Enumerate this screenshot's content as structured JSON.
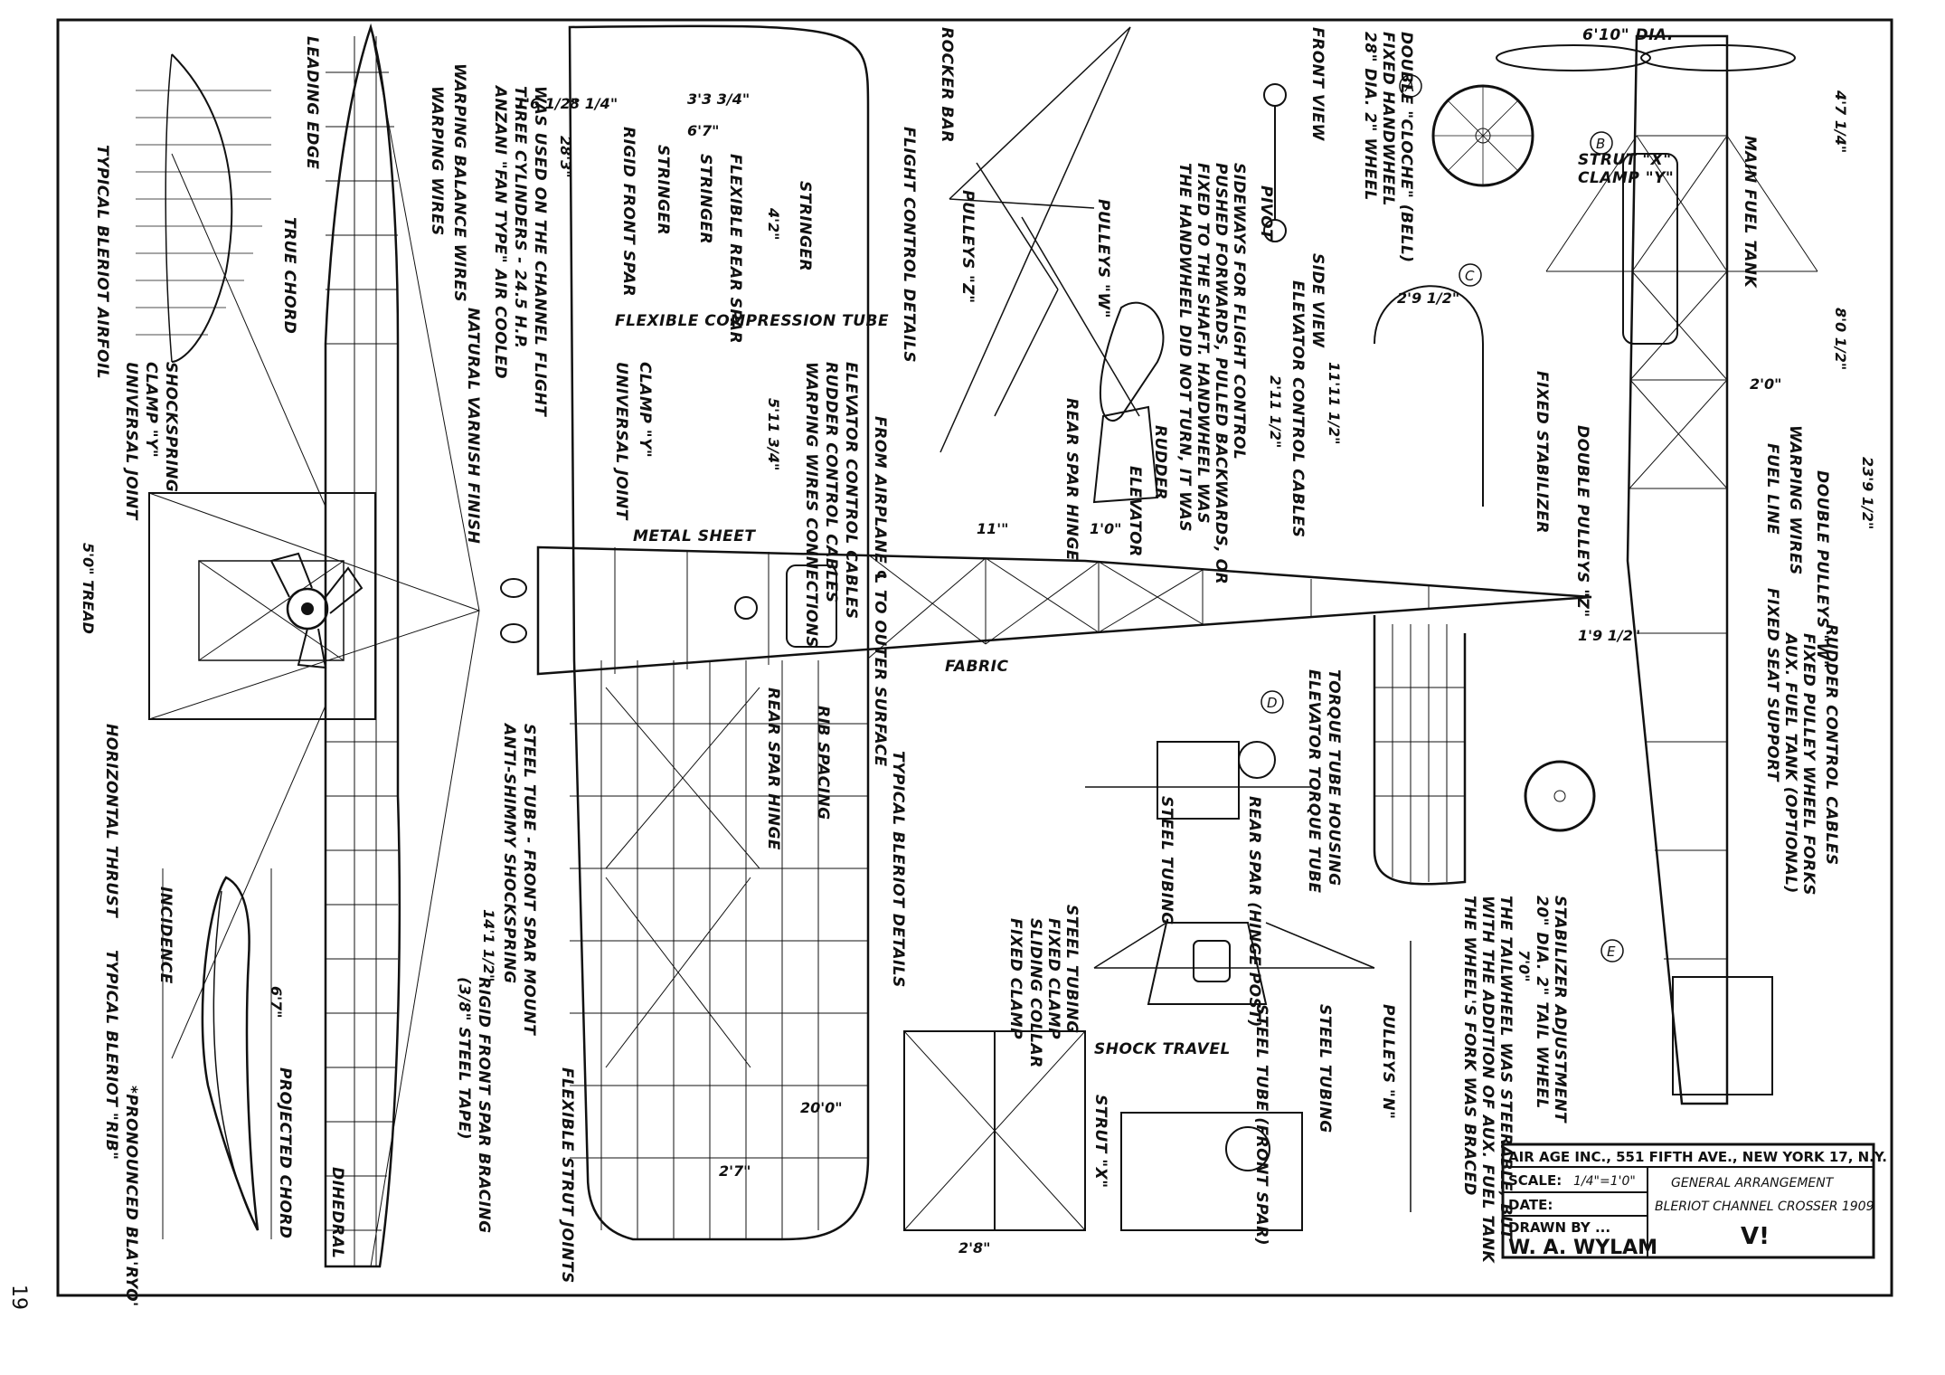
{
  "title_block": {
    "publisher": "AIR AGE INC., 551 FIFTH AVE., NEW YORK 17, N.Y.",
    "scale_label": "SCALE:",
    "scale_value": "1/4\"=1'0\"",
    "date_label": "DATE:",
    "drawn_by_label": "DRAWN BY ...",
    "drawn_by": "W. A. WYLAM",
    "subtitle": "GENERAL ARRANGEMENT",
    "name": "BLERIOT CHANNEL CROSSER 1909",
    "mark": "V!"
  },
  "page_number": "19",
  "notes": {
    "typical_airfoil": "TYPICAL BLERIOT AIRFOIL",
    "true_chord": "TRUE CHORD",
    "typical_rib": "TYPICAL BLERIOT \"RIB\"",
    "pronounced": "*PRONOUNCED BLA'RYO'",
    "projected_chord": "PROJECTED CHORD",
    "incidence": "INCIDENCE",
    "dihedral": "DIHEDRAL",
    "horizontal_thrust": "HORIZONTAL THRUST",
    "leading_edge": "LEADING EDGE",
    "warping_wires": "WARPING WIRES",
    "warping_balance_wires": "WARPING BALANCE WIRES",
    "natural_varnish": "NATURAL VARNISH FINISH",
    "anzani_1": "ANZANI \"FAN TYPE\" AIR COOLED",
    "anzani_2": "THREE CYLINDERS - 24.5 H.P.",
    "anzani_3": "WAS USED ON THE CHANNEL FLIGHT",
    "span": "28'3\"",
    "rigid_front_spar": "RIGID FRONT SPAR",
    "stringer": "STRINGER",
    "flexible_rear_spar": "FLEXIBLE REAR SPAR",
    "flexible_compression_tube": "FLEXIBLE COMPRESSION TUBE",
    "universal_joint": "UNIVERSAL JOINT",
    "clamp_y": "CLAMP \"Y\"",
    "elevator_control_cables": "ELEVATOR CONTROL CABLES",
    "rudder_control_cables": "RUDDER CONTROL CABLES",
    "warping_wires_connections": "WARPING WIRES CONNECTIONS",
    "from_airplane": "FROM AIRPLANE ℄ TO OUTER SURFACE",
    "metal_sheet": "METAL SHEET",
    "fabric": "FABRIC",
    "flight_control_details": "FLIGHT CONTROL DETAILS",
    "rocker_bar": "ROCKER BAR",
    "pulleys_z": "PULLEYS \"Z\"",
    "pulleys_w": "PULLEYS \"W\"",
    "pulleys_n": "PULLEYS \"N\"",
    "rear_spar_hinge": "REAR SPAR HINGE",
    "rudder": "RUDDER",
    "elevator": "ELEVATOR",
    "fixed_stabilizer": "FIXED STABILIZER",
    "handwheel_note_1": "THE HANDWHEEL DID NOT TURN, IT WAS",
    "handwheel_note_2": "FIXED TO THE SHAFT. HANDWHEEL WAS",
    "handwheel_note_3": "PUSHED FORWARDS, PULLED BACKWARDS, OR",
    "handwheel_note_4": "SIDEWAYS FOR FLIGHT CONTROL",
    "double_cloche": "DOUBLE \"CLOCHE\" (BELL)",
    "fixed_handwheel": "FIXED HANDWHEEL",
    "front_view": "FRONT VIEW",
    "side_view": "SIDE VIEW",
    "pivot": "PIVOT",
    "wheel_28": "28\" DIA. 2\" WHEEL",
    "tail_wheel": "20\" DIA. 2\" TAIL WHEEL",
    "strut_x": "STRUT \"X\"",
    "clamp_y2": "CLAMP \"Y\"",
    "main_fuel_tank": "MAIN FUEL TANK",
    "prop_dia": "6'10\" DIA.",
    "double_pulleys": "DOUBLE PULLEYS \"W\"",
    "fuel_line": "FUEL LINE",
    "fixed_seat_support": "FIXED SEAT SUPPORT",
    "aux_fuel_tank": "AUX. FUEL TANK (OPTIONAL)",
    "tailwheel_note_1": "THE TAILWHEEL WAS STEERABLE, BUT",
    "tailwheel_note_2": "WITH THE ADDITION OF AUX. FUEL TANK",
    "tailwheel_note_3": "THE WHEEL'S FORK WAS BRACED",
    "stabilizer_adjustment": "STABILIZER ADJUSTMENT",
    "typical_details": "TYPICAL BLERIOT DETAILS",
    "rib_spacing": "RIB SPACING",
    "rear_spar_hinge_2": "REAR SPAR HINGE",
    "steel_tube_mount": "STEEL TUBE - FRONT SPAR MOUNT",
    "anti_shimmy": "ANTI-SHIMMY SHOCKSPRING",
    "rigid_bracing": "RIGID FRONT SPAR BRACING",
    "steel_tape": "(3/8\" STEEL TAPE)",
    "flexible_strut_joints": "FLEXIBLE STRUT JOINTS",
    "steel_tubing": "STEEL TUBING",
    "fixed_clamp": "FIXED CLAMP",
    "sliding_collar": "SLIDING COLLAR",
    "shock_travel": "SHOCK TRAVEL",
    "rear_spar_post": "REAR SPAR (HINGE POST)",
    "steel_tube_front": "STEEL TUBE (FRONT SPAR)",
    "elevator_torque": "ELEVATOR TORQUE TUBE",
    "torque_housing": "TORQUE TUBE HOUSING",
    "shockspring": "SHOCKSPRING",
    "tread": "5'0\" TREAD",
    "elevator_control_cables_2": "ELEVATOR CONTROL CABLES",
    "pulley_wheel_forks": "FIXED PULLEY WHEEL FORKS",
    "warping_wires_2": "WARPING WIRES",
    "double_pulleys_z": "DOUBLE PULLEYS \"Z\""
  },
  "dims": {
    "d1": "6'7\"",
    "d2": "3'3 3/4\"",
    "d3": "1'6 1/2\"",
    "d4": "8 1/4\"",
    "d5": "4'2\"",
    "d6": "5'11 3/4\"",
    "d7": "11'\"",
    "d8": "1'0\"",
    "d9": "2'11 1/2\"",
    "d10": "11'11 1/2\"",
    "d11": "2'9 1/2\"",
    "d12": "23'9 1/2\"",
    "d13": "7'0\"",
    "d14": "14'1 1/2\"",
    "d15": "6'7\"",
    "d16": "2'7\"",
    "d17": "2'8\"",
    "d18": "20'0\"",
    "d19": "2'0\"",
    "d20": "1'9 1/2\"",
    "d21": "8'0 1/2\"",
    "d22": "4'7 1/4\""
  },
  "detail_marks": [
    "A",
    "B",
    "C",
    "D",
    "E"
  ]
}
